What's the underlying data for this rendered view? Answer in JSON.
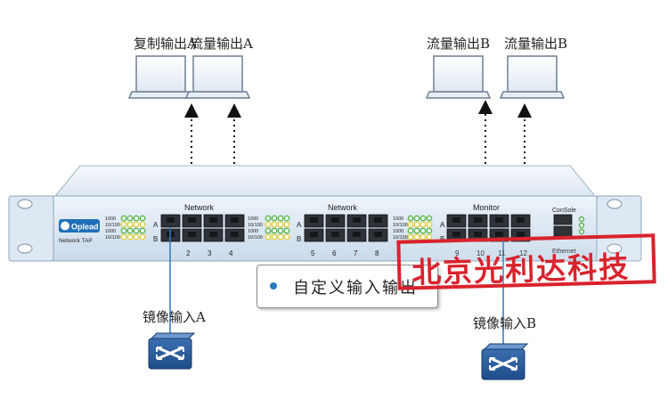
{
  "outputs": {
    "copy_out_a": "复制输出A",
    "stream_out_a": "流量输出A",
    "stream_out_b1": "流量输出B",
    "stream_out_b2": "流量输出B"
  },
  "inputs": {
    "mirror_in_a": "镜像输入A",
    "mirror_in_b": "镜像输入B"
  },
  "device": {
    "brand": "Oplead",
    "model": "Network TAP",
    "group1_label": "Network",
    "group2_label": "Network",
    "group3_label": "Monitor",
    "console_label": "ConSole",
    "ethernet_label": "Ethernet",
    "row_a": "A",
    "row_b": "B",
    "led_labels": [
      "1000",
      "10/100",
      "1000",
      "10/100"
    ],
    "ports_g1": [
      "2",
      "3",
      "4"
    ],
    "ports_g2": [
      "5",
      "6",
      "7",
      "8"
    ],
    "ports_g3": [
      "9",
      "10",
      "11",
      "12"
    ]
  },
  "callout": {
    "text": "自定义输入输出"
  },
  "stamp": {
    "text": "北京光利达科技"
  },
  "colors": {
    "accent": "#2a78c0",
    "stamp": "#d9232d",
    "chassis": "#d9e6f2"
  }
}
